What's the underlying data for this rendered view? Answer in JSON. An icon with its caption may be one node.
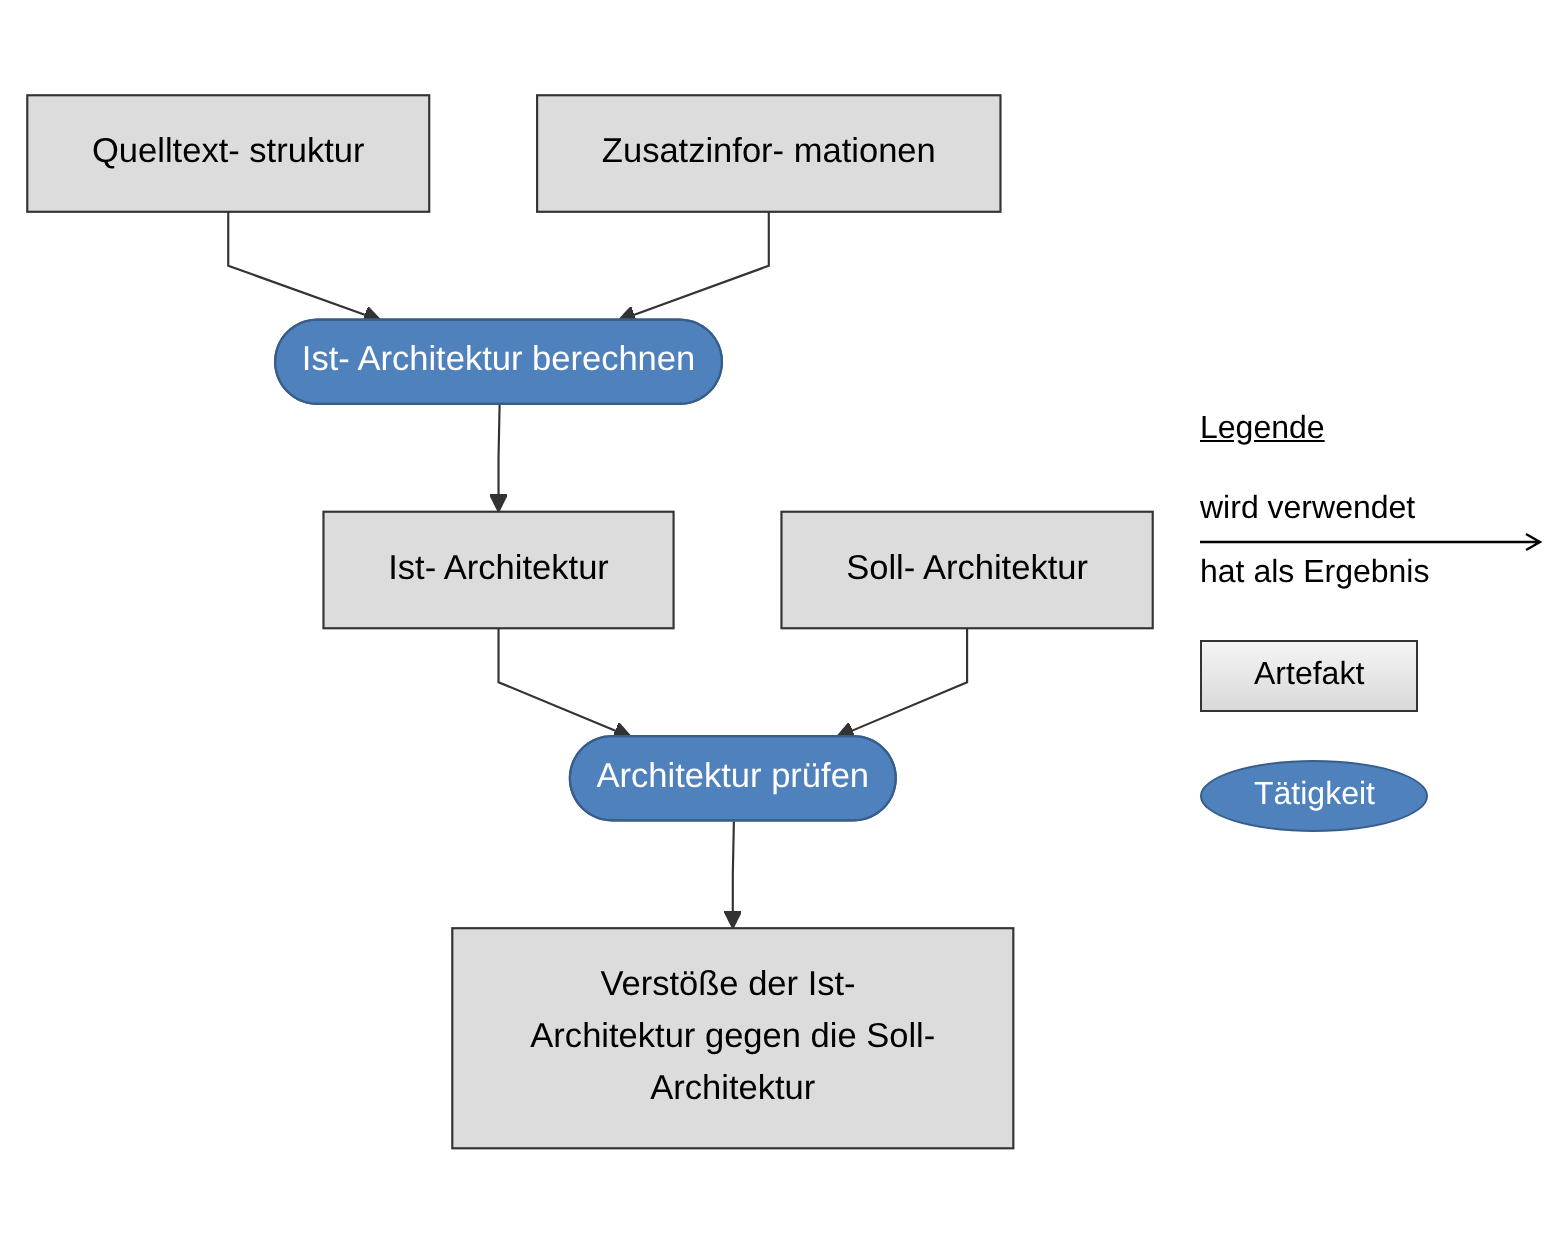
{
  "diagram": {
    "nodes": [
      {
        "text": [
          "Quelltext- struktur"
        ]
      },
      {
        "text": [
          "Zusatzinfor- mationen"
        ]
      },
      {
        "text": [
          "Ist- Architektur berechnen"
        ]
      },
      {
        "text": [
          "Ist- Architektur"
        ]
      },
      {
        "text": [
          "Soll- Architektur"
        ]
      },
      {
        "text": [
          "Architektur prüfen"
        ]
      },
      {
        "text": [
          "Verstöße der Ist- Architektur gegen die Soll-Architektur"
        ]
      }
    ],
    "edges": [
      {
        "from": 0,
        "to": 2,
        "arrow": "to"
      },
      {
        "from": 1,
        "to": 2,
        "arrow": "to"
      },
      {
        "from": 2,
        "to": 3,
        "arrow": "to"
      },
      {
        "from": 3,
        "to": 5,
        "arrow": "to"
      },
      {
        "from": 4,
        "to": 5,
        "arrow": "to"
      },
      {
        "from": 5,
        "to": 6,
        "arrow": "to"
      }
    ],
    "labels": [
      "Legende"
    ],
    "legend": [
      {
        "text": "wird verwendet"
      },
      {
        "text": "hat als Ergebnis"
      },
      {
        "text": "Artefakt",
        "color": "#d9d9d9"
      },
      {
        "text": "Tätigkeit",
        "color": "#4f81bd"
      }
    ]
  }
}
